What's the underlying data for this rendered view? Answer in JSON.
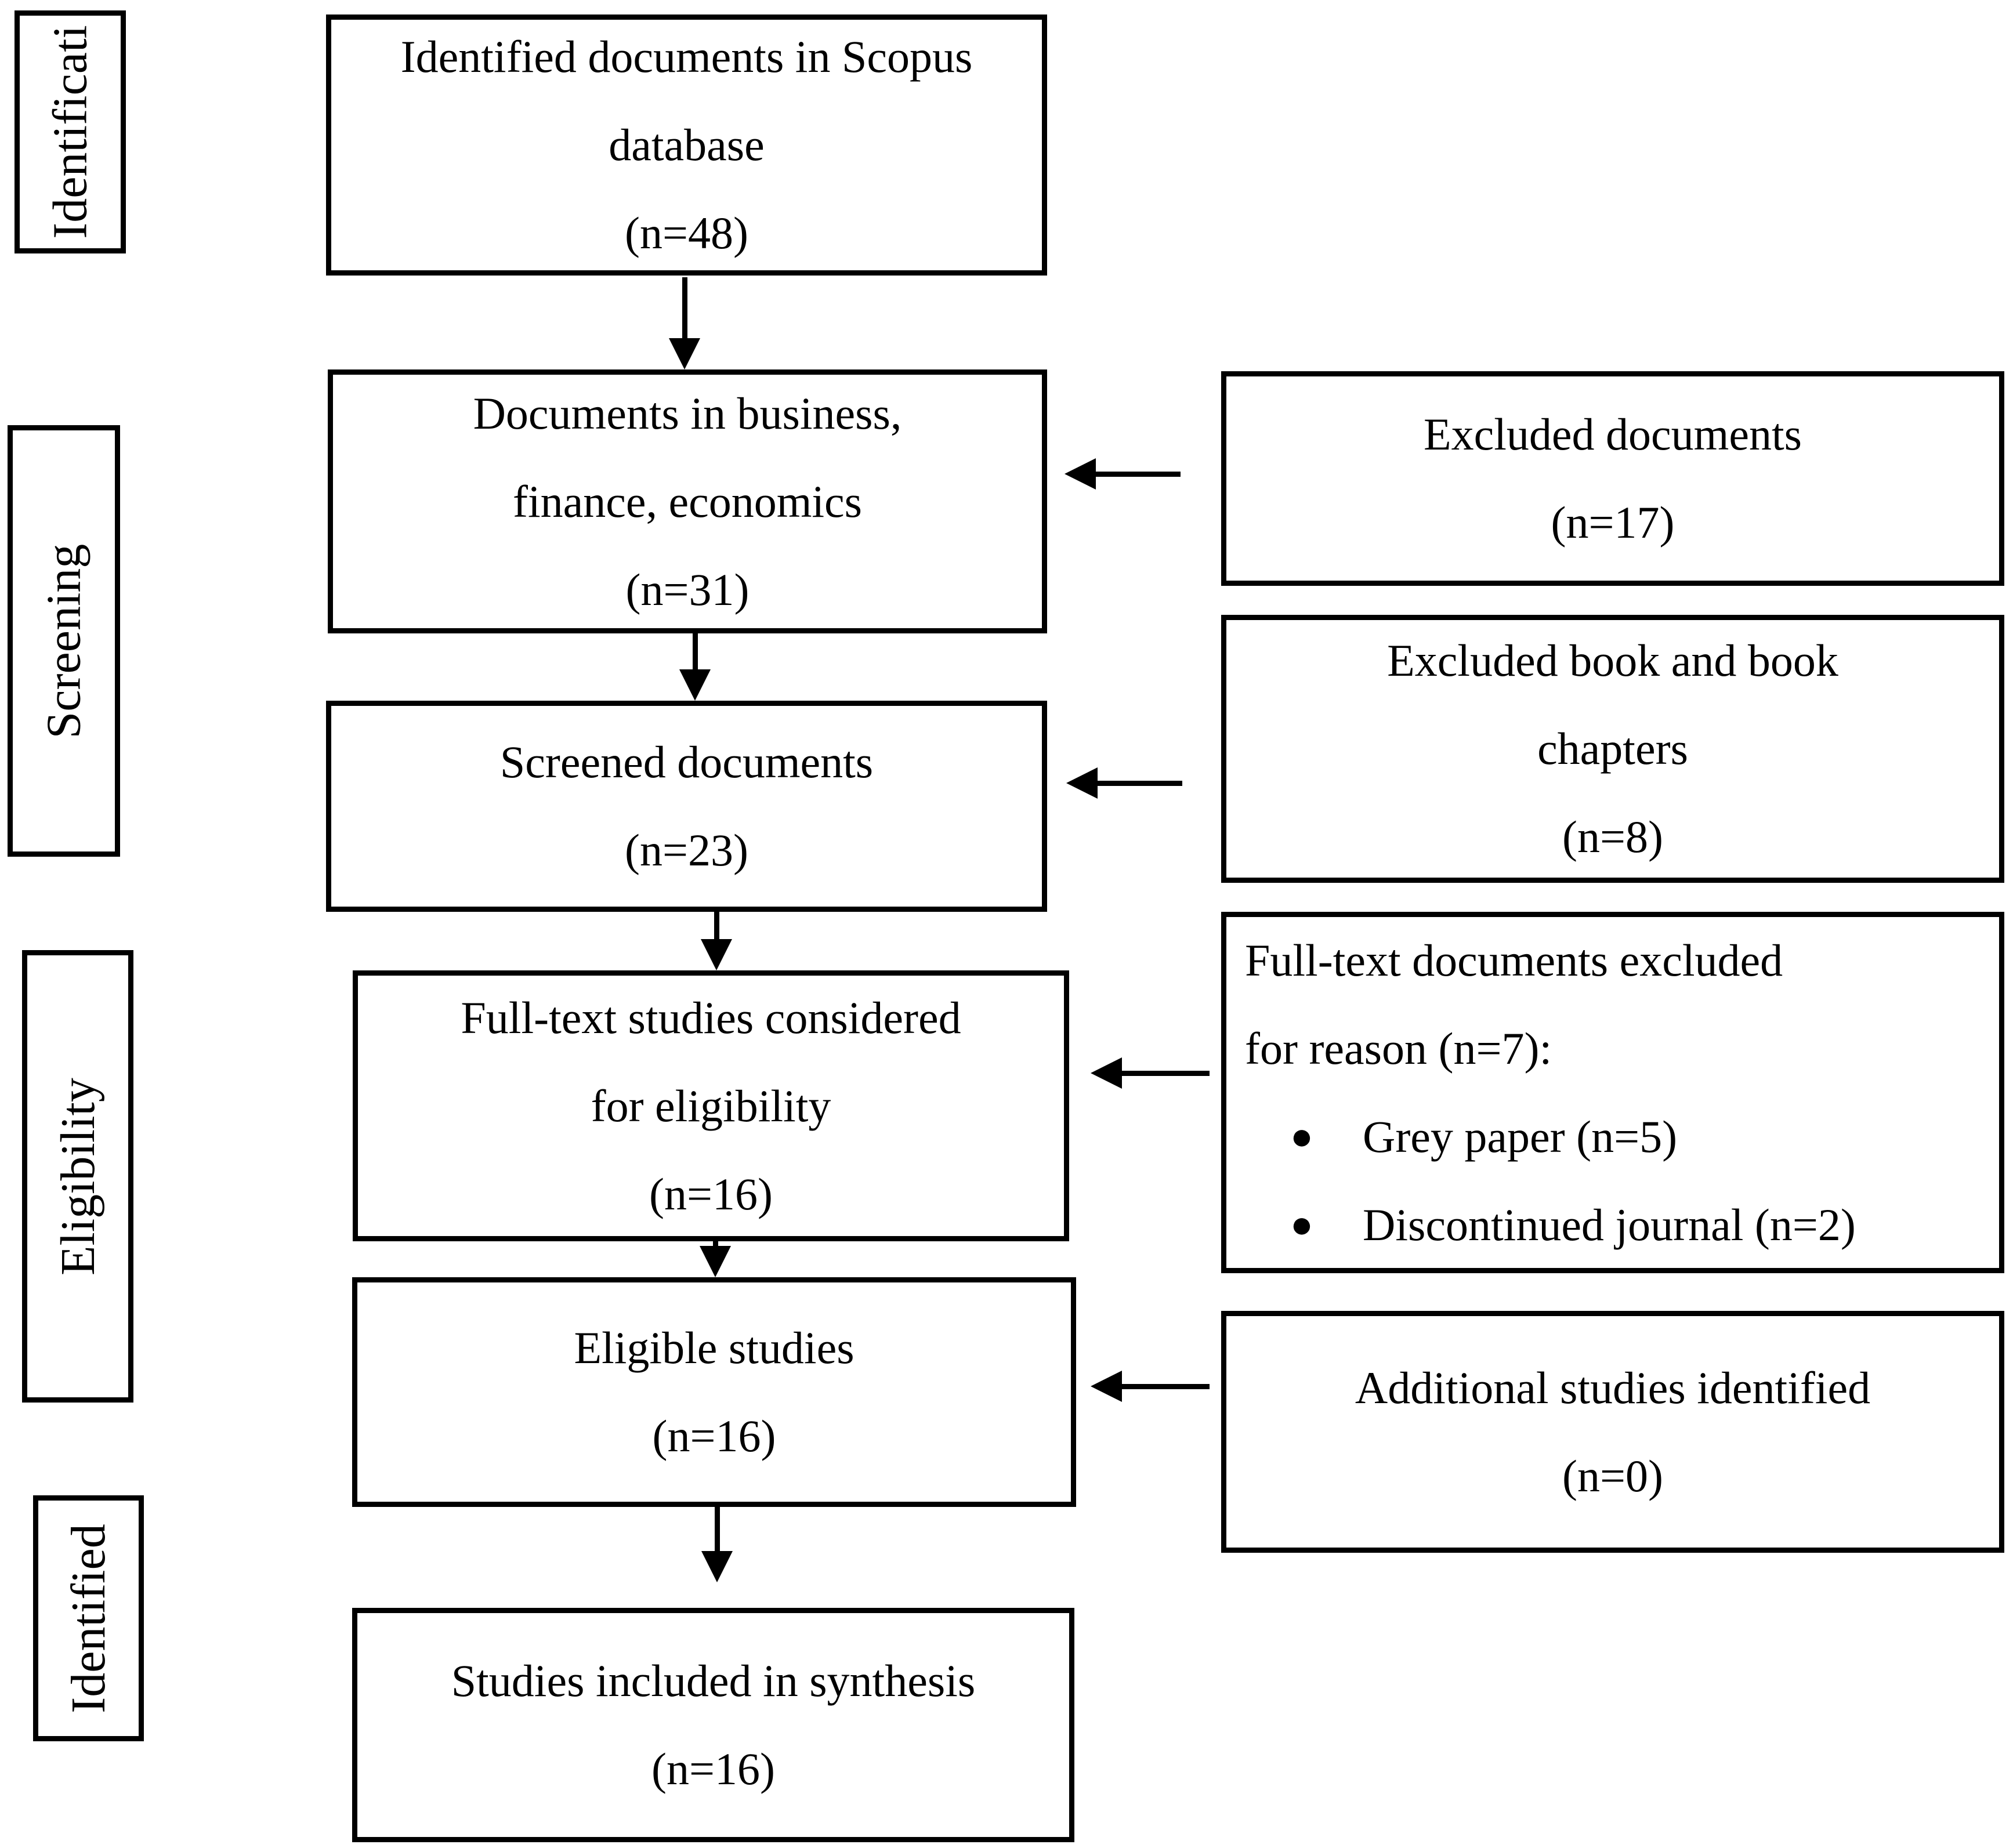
{
  "diagram": {
    "title": "PRISMA-style study selection flow diagram",
    "colors": {
      "border": "#000000",
      "background": "#ffffff",
      "text": "#000000"
    },
    "stages": [
      {
        "label": "Identificati"
      },
      {
        "label": "Screening"
      },
      {
        "label": "Eligibility"
      },
      {
        "label": "Identified"
      }
    ],
    "flow": [
      {
        "lines": [
          "Identified documents in Scopus",
          "database",
          "(n=48)"
        ]
      },
      {
        "lines": [
          "Documents in business,",
          "finance, economics",
          "(n=31)"
        ]
      },
      {
        "lines": [
          "Screened documents",
          "(n=23)"
        ]
      },
      {
        "lines": [
          "Full-text studies considered",
          "for eligibility",
          "(n=16)"
        ]
      },
      {
        "lines": [
          "Eligible studies",
          "(n=16)"
        ]
      },
      {
        "lines": [
          "Studies included in synthesis",
          "(n=16)"
        ]
      }
    ],
    "side": [
      {
        "lines": [
          "Excluded documents",
          "(n=17)"
        ]
      },
      {
        "lines": [
          "Excluded book and book",
          "chapters",
          "(n=8)"
        ]
      },
      {
        "heading": [
          "Full-text documents excluded",
          "for reason (n=7):"
        ],
        "bullets": [
          {
            "marker": "●",
            "text": "Grey paper (n=5)"
          },
          {
            "marker": "●",
            "text": "Discontinued journal (n=2)"
          }
        ]
      },
      {
        "lines": [
          "Additional studies identified",
          "(n=0)"
        ]
      }
    ]
  }
}
